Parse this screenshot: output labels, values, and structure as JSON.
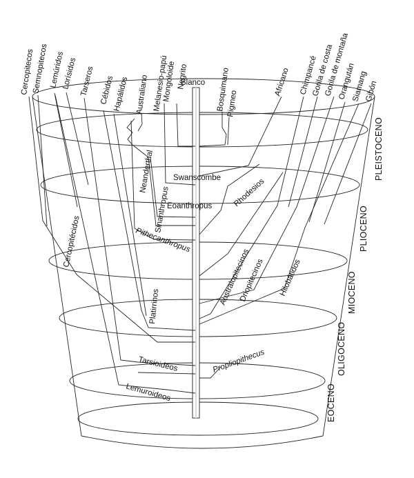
{
  "species_labels": {
    "cercopitecos": "Cercopitecos",
    "semnopitecos": "Semnopitecos",
    "lemuridos": "Lemúridos",
    "lorisidos": "Lorísidos",
    "tarseros": "Tarseros",
    "cebidos": "Cébidos",
    "hapalidos": "Hapálidos",
    "australiano": "Australiano",
    "melanesio": "Melanesio-papú",
    "mongoloide": "Mongoloide",
    "negrito": "Negrito",
    "blanco": "Blanco",
    "bosquimano": "Bosquimano",
    "pigmeo": "Pigmeo",
    "africano": "Africano",
    "chimpance": "Chimpancé",
    "gorila_costa": "Gorila de costa",
    "gorila_montana": "Gorila de montaña",
    "orangutan": "Orangután",
    "siamang": "Siamang",
    "gibon": "Gibón"
  },
  "group_labels": {
    "neanderthal": "Neanderthal",
    "swanscombe": "Swanscombe",
    "sinanthropus": "Sinanthropus",
    "eoanthropus": "Eoanthropus",
    "rhodesios": "Rhodesios",
    "pithecanthropus": "Pithecanthropus",
    "cercopitecidos": "Cercopitécidos",
    "australopitecinos": "Australopitecinos",
    "driopitecinos": "Driopitecinos",
    "hilobatidos": "Hilobátidos",
    "platirrinos": "Platirrinos",
    "propliopithecus": "Propliopithecus",
    "tarsioideos": "Tarsioideos",
    "lemuroideos": "Lemuroideos"
  },
  "eras": {
    "pleistoceno": "PLEISTOCENO",
    "plioceno": "PLIOCENO",
    "mioceno": "MIOCENO",
    "oligoceno": "OLIGOCENO",
    "eoceno": "EOCENO"
  },
  "colors": {
    "line": "#222222",
    "background": "#ffffff"
  }
}
